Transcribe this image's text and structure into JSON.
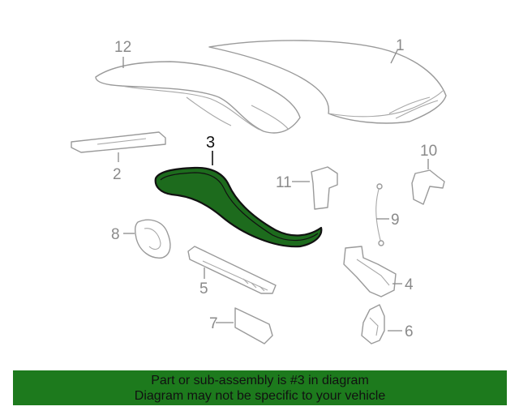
{
  "diagram": {
    "callouts": {
      "c1": "1",
      "c2": "2",
      "c3": "3",
      "c4": "4",
      "c5": "5",
      "c6": "6",
      "c7": "7",
      "c8": "8",
      "c9": "9",
      "c10": "10",
      "c11": "11",
      "c12": "12"
    },
    "highlighted_part": "3",
    "colors": {
      "highlight_fill": "#1d6b1d",
      "line": "#9a9a9a",
      "banner": "#1d7a1d"
    }
  },
  "banner": {
    "line1": "Part or sub-assembly is #3 in diagram",
    "line2": "Diagram may not be specific to your vehicle"
  }
}
